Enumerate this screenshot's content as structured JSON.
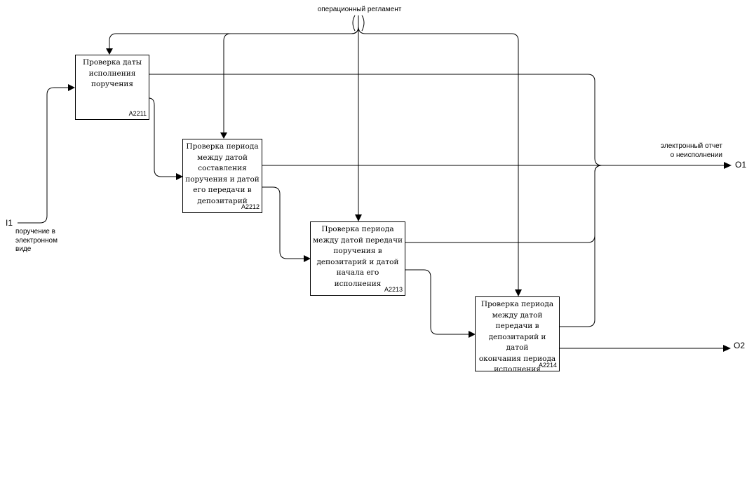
{
  "diagram": {
    "control_label": "операционный регламент",
    "input": {
      "code": "I1",
      "label": "поручение в\nэлектронном\n  виде"
    },
    "outputs": [
      {
        "code": "O1",
        "label": "электронный отчет\nо неисполнении"
      },
      {
        "code": "O2",
        "label": ""
      }
    ],
    "boxes": [
      {
        "code": "A2211",
        "title": "Проверка даты\nисполнения\nпоручения"
      },
      {
        "code": "A2212",
        "title": "Проверка периода\nмежду датой\nсоставления\nпоручения и датой\nего передачи в\nдепозитарий"
      },
      {
        "code": "A2213",
        "title": "Проверка периода\nмежду датой передачи\nпоручения в\nдепозитарий и датой\nначала его исполнения"
      },
      {
        "code": "A2214",
        "title": "Проверка периода\nмежду датой\nпередачи в\nдепозитарий и датой\nокончания периода\nисполнения"
      }
    ]
  }
}
